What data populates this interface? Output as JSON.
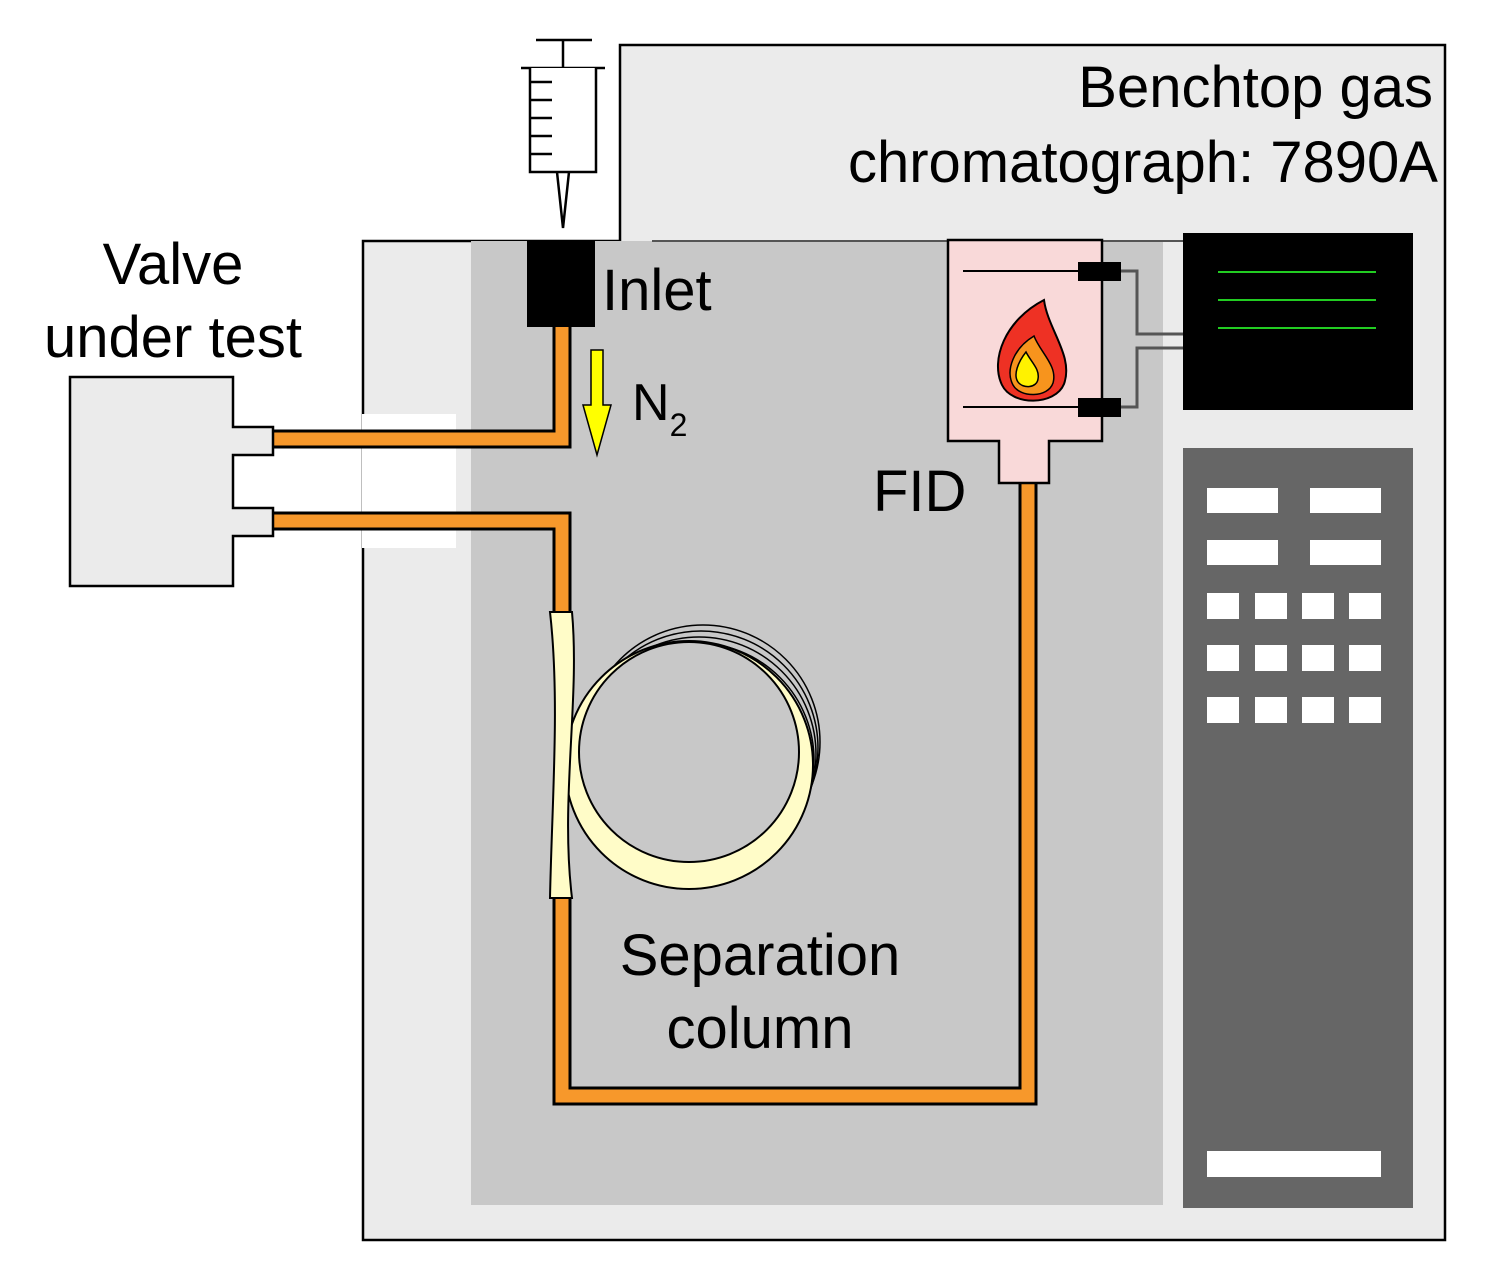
{
  "labels": {
    "gc_title_line1": "Benchtop gas",
    "gc_title_line2": "chromatograph: 7890A",
    "valve_line1": "Valve",
    "valve_line2": "under test",
    "inlet": "Inlet",
    "carrier_gas": "N",
    "carrier_gas_subscript": "2",
    "detector": "FID",
    "column_line1": "Separation",
    "column_line2": "column"
  },
  "colors": {
    "chassis": "#ebebeb",
    "oven": "#c8c8c8",
    "tubing": "#f7982b",
    "column_coil": "#fffcc8",
    "detector_body": "#f9d9d9",
    "flame_outer": "#ee3124",
    "flame_mid": "#f7941d",
    "flame_inner": "#fff200",
    "arrow": "#ffff00",
    "screen": "#000000",
    "screen_lines": "#22cc22",
    "keypad_panel": "#666666",
    "keys": "#ffffff",
    "inlet_block": "#000000",
    "valve_body": "#ebebeb"
  },
  "icons": [
    "syringe-icon",
    "flame-icon",
    "arrow-down-icon"
  ]
}
